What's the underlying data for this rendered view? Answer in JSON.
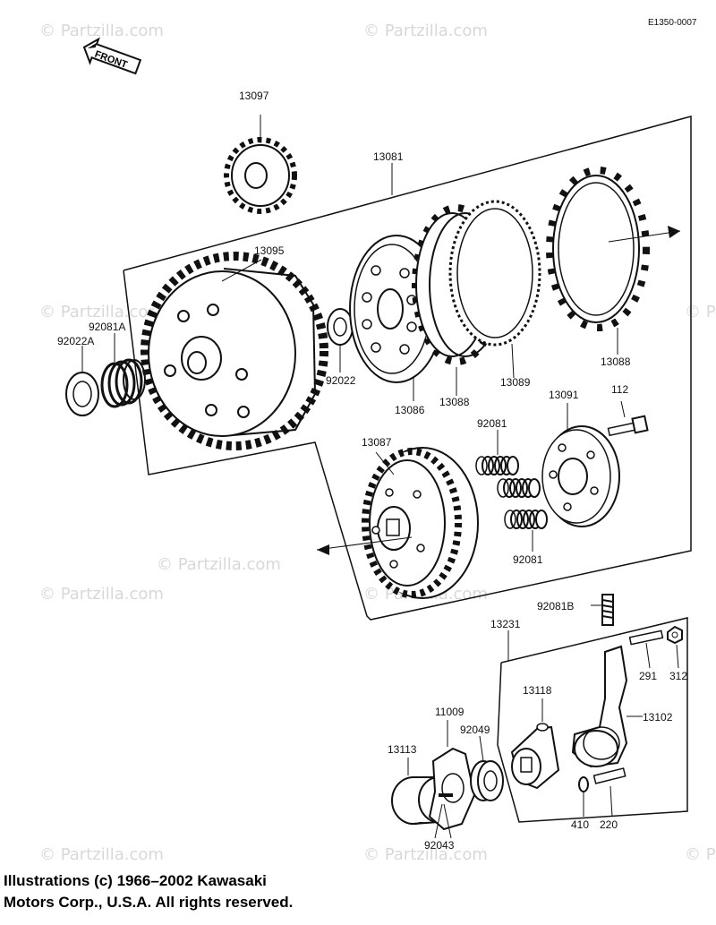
{
  "diagram_code": "E1350-0007",
  "front_arrow_text": "FRONT",
  "watermark": "© Partzilla.com",
  "labels": {
    "l13097": "13097",
    "l13081": "13081",
    "l13095": "13095",
    "l92081A": "92081A",
    "l92022A": "92022A",
    "l92022": "92022",
    "l13086": "13086",
    "l13088a": "13088",
    "l13089": "13089",
    "l13088b": "13088",
    "l13091": "13091",
    "l112": "112",
    "l92081a": "92081",
    "l13087": "13087",
    "l92081b": "92081",
    "l92081B": "92081B",
    "l13231": "13231",
    "l291": "291",
    "l312": "312",
    "l13118": "13118",
    "l13102": "13102",
    "l11009": "11009",
    "l92049": "92049",
    "l13113": "13113",
    "l92043": "92043",
    "l410": "410",
    "l220": "220"
  },
  "copyright": {
    "line1": "Illustrations (c) 1966–2002 Kawasaki",
    "line2": "Motors Corp., U.S.A.  All rights reserved."
  }
}
